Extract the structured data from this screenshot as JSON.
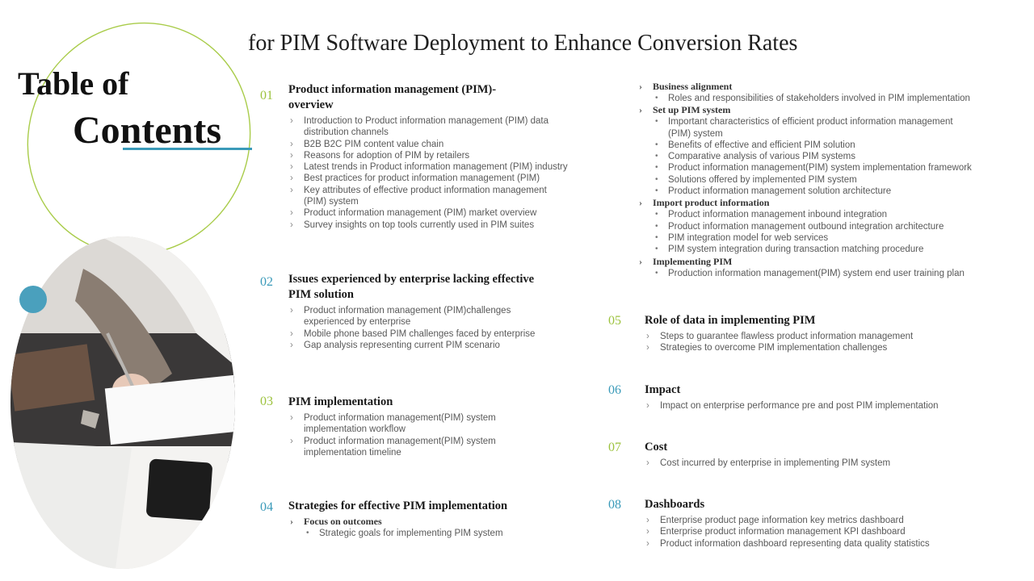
{
  "title": "for PIM Software Deployment to Enhance Conversion Rates",
  "toc": {
    "line1": "Table of",
    "line2": "Contents"
  },
  "colors": {
    "green": "#9cc23d",
    "blue": "#3a9ab9"
  },
  "sections": {
    "s01": {
      "num": "01",
      "title": "Product information management (PIM)- overview",
      "items": [
        "Introduction to Product information management (PIM) data distribution channels",
        "B2B B2C PIM content value chain",
        "Reasons for adoption of PIM by retailers",
        "Latest trends in Product information management (PIM) industry",
        "Best practices for product information management (PIM)",
        "Key attributes of effective product information management (PIM) system",
        "Product information management (PIM) market overview",
        "Survey insights on top tools currently used in PIM suites"
      ]
    },
    "s02": {
      "num": "02",
      "title": "Issues experienced by enterprise lacking effective PIM solution",
      "items": [
        "Product information management (PIM)challenges experienced by enterprise",
        "Mobile phone based PIM challenges faced by enterprise",
        "Gap analysis representing current PIM scenario"
      ]
    },
    "s03": {
      "num": "03",
      "title": "PIM implementation",
      "items": [
        "Product information management(PIM) system implementation workflow",
        "Product information management(PIM) system implementation timeline"
      ]
    },
    "s04": {
      "num": "04",
      "title": "Strategies for effective PIM implementation",
      "sub": "Focus on outcomes",
      "items": [
        "Strategic goals for implementing PIM system"
      ]
    },
    "cont": {
      "groups": [
        {
          "label": "Business alignment",
          "items": [
            "Roles and responsibilities of stakeholders involved in PIM implementation"
          ]
        },
        {
          "label": "Set up PIM system",
          "items": [
            "Important characteristics of efficient product information management (PIM) system",
            "Benefits of effective and efficient PIM solution",
            "Comparative analysis of various PIM systems",
            "Product information management(PIM) system implementation framework",
            "Solutions offered by implemented PIM system",
            "Product information management solution architecture"
          ]
        },
        {
          "label": "Import product information",
          "items": [
            "Product information management inbound integration",
            "Product information management outbound integration architecture",
            "PIM integration model for web services",
            "PIM system integration during transaction matching procedure"
          ]
        },
        {
          "label": "Implementing PIM",
          "items": [
            "Production information management(PIM) system end user training plan"
          ]
        }
      ]
    },
    "s05": {
      "num": "05",
      "title": "Role of data in implementing PIM",
      "items": [
        "Steps to guarantee flawless product information management",
        "Strategies to overcome PIM implementation challenges"
      ]
    },
    "s06": {
      "num": "06",
      "title": "Impact",
      "items": [
        "Impact on enterprise performance pre and post PIM implementation"
      ]
    },
    "s07": {
      "num": "07",
      "title": "Cost",
      "items": [
        "Cost incurred by enterprise in implementing PIM system"
      ]
    },
    "s08": {
      "num": "08",
      "title": "Dashboards",
      "items": [
        "Enterprise product page information key metrics dashboard",
        "Enterprise product information management KPI dashboard",
        "Product information dashboard representing data quality statistics"
      ]
    }
  }
}
